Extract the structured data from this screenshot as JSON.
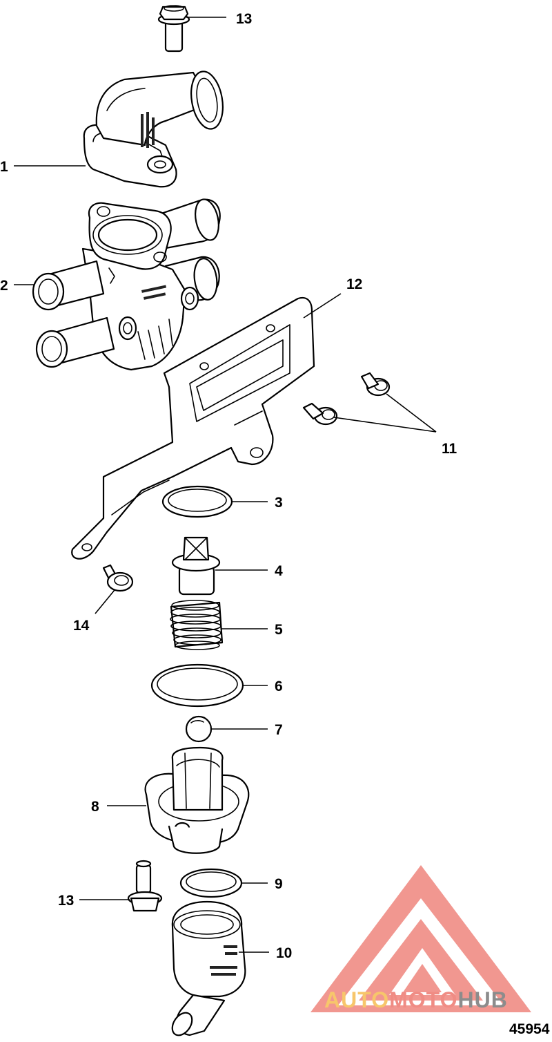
{
  "figure_number": "45954",
  "callouts": [
    "1",
    "2",
    "3",
    "4",
    "5",
    "6",
    "7",
    "8",
    "9",
    "10",
    "11",
    "12",
    "13",
    "13",
    "14"
  ],
  "watermark": {
    "parts": [
      "AUTO",
      "MOTO",
      "HUB"
    ],
    "colors": {
      "logo": "#f08c84",
      "auto": "#f7c66b",
      "moto": "#f08c84",
      "hub": "#8c8c8c"
    }
  }
}
